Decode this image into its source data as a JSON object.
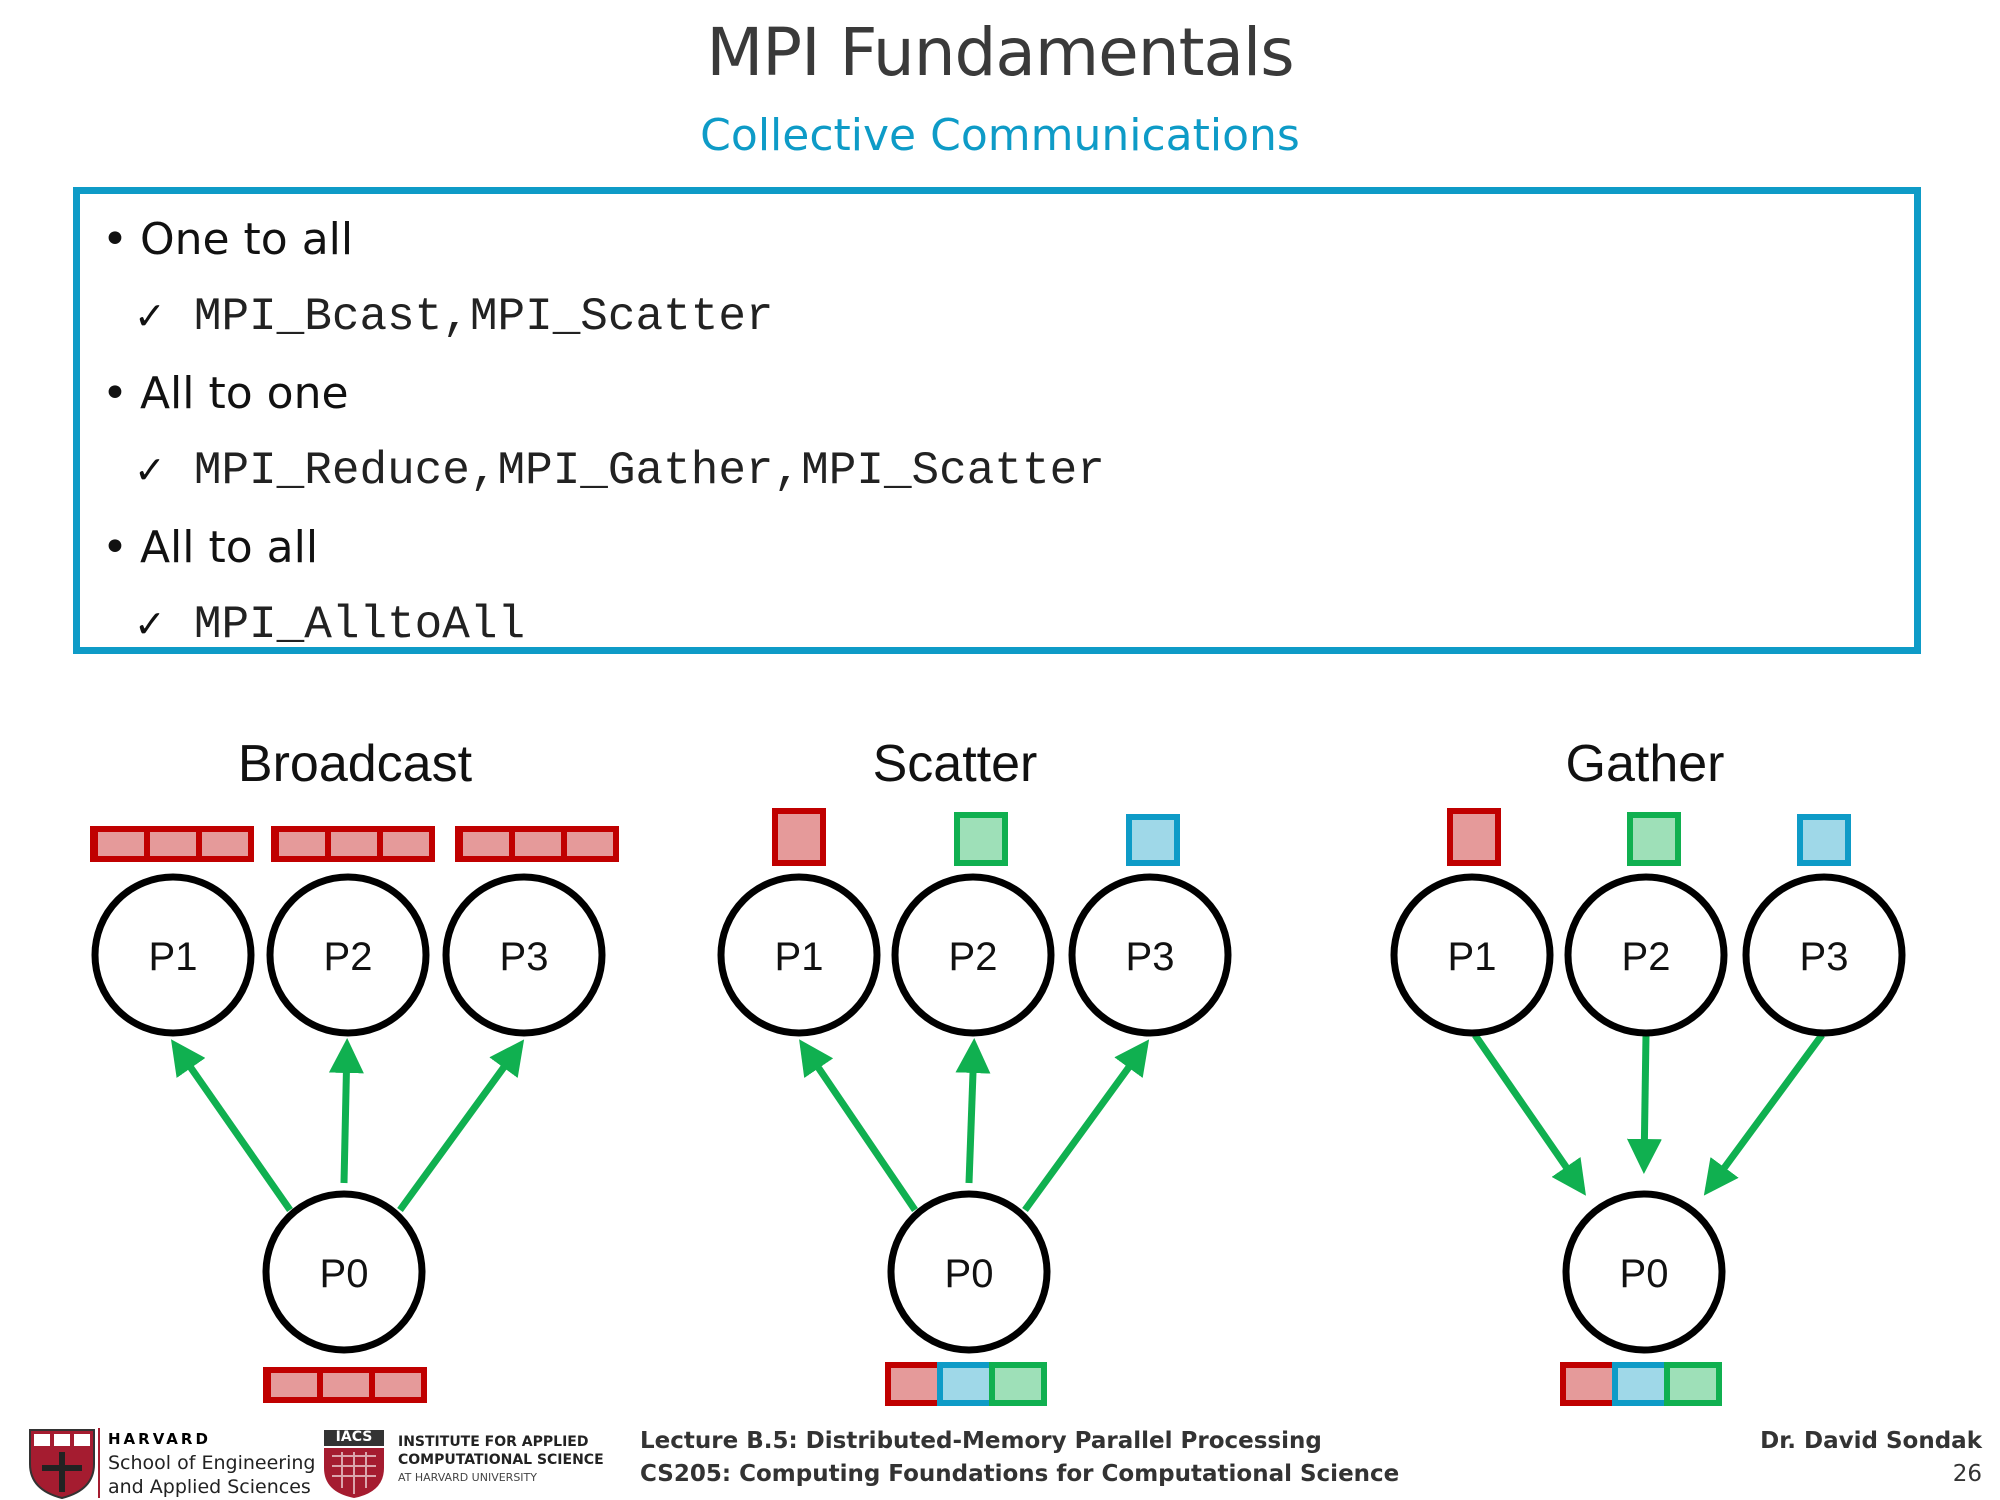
{
  "header": {
    "title": "MPI Fundamentals",
    "subtitle": "Collective Communications"
  },
  "box": {
    "bullets": [
      {
        "label": "One to all",
        "sub": "MPI_Bcast,MPI_Scatter"
      },
      {
        "label": "All to one",
        "sub": "MPI_Reduce,MPI_Gather,MPI_Scatter"
      },
      {
        "label": "All to all",
        "sub": "MPI_AlltoAll"
      }
    ],
    "bullet_glyph": "•",
    "check_glyph": "✓"
  },
  "diagrams": [
    {
      "title": "Broadcast",
      "nodes": [
        "P1",
        "P2",
        "P3",
        "P0"
      ]
    },
    {
      "title": "Scatter",
      "nodes": [
        "P1",
        "P2",
        "P3",
        "P0"
      ]
    },
    {
      "title": "Gather",
      "nodes": [
        "P1",
        "P2",
        "P3",
        "P0"
      ]
    }
  ],
  "footer": {
    "harvard_word": "HARVARD",
    "seas_line1": "School of Engineering",
    "seas_line2": "and Applied Sciences",
    "iacs_badge": "IACS",
    "iacs_line1": "INSTITUTE FOR APPLIED",
    "iacs_line2": "COMPUTATIONAL SCIENCE",
    "iacs_line3": "AT HARVARD UNIVERSITY",
    "lecture": "Lecture B.5: Distributed-Memory Parallel Processing",
    "course": "CS205: Computing Foundations for Computational Science",
    "author": "Dr. David Sondak",
    "page": "26"
  },
  "colors": {
    "accent": "#0e9bc7",
    "title": "#3a3a3a",
    "arrow": "#10b050",
    "red_border": "#c00000",
    "red_fill": "#e59a9a",
    "green_border": "#10b050",
    "green_fill": "#9ee0b8",
    "blue_border": "#0e9bc7",
    "blue_fill": "#9fd8e8",
    "harvard_red": "#a51c30"
  }
}
